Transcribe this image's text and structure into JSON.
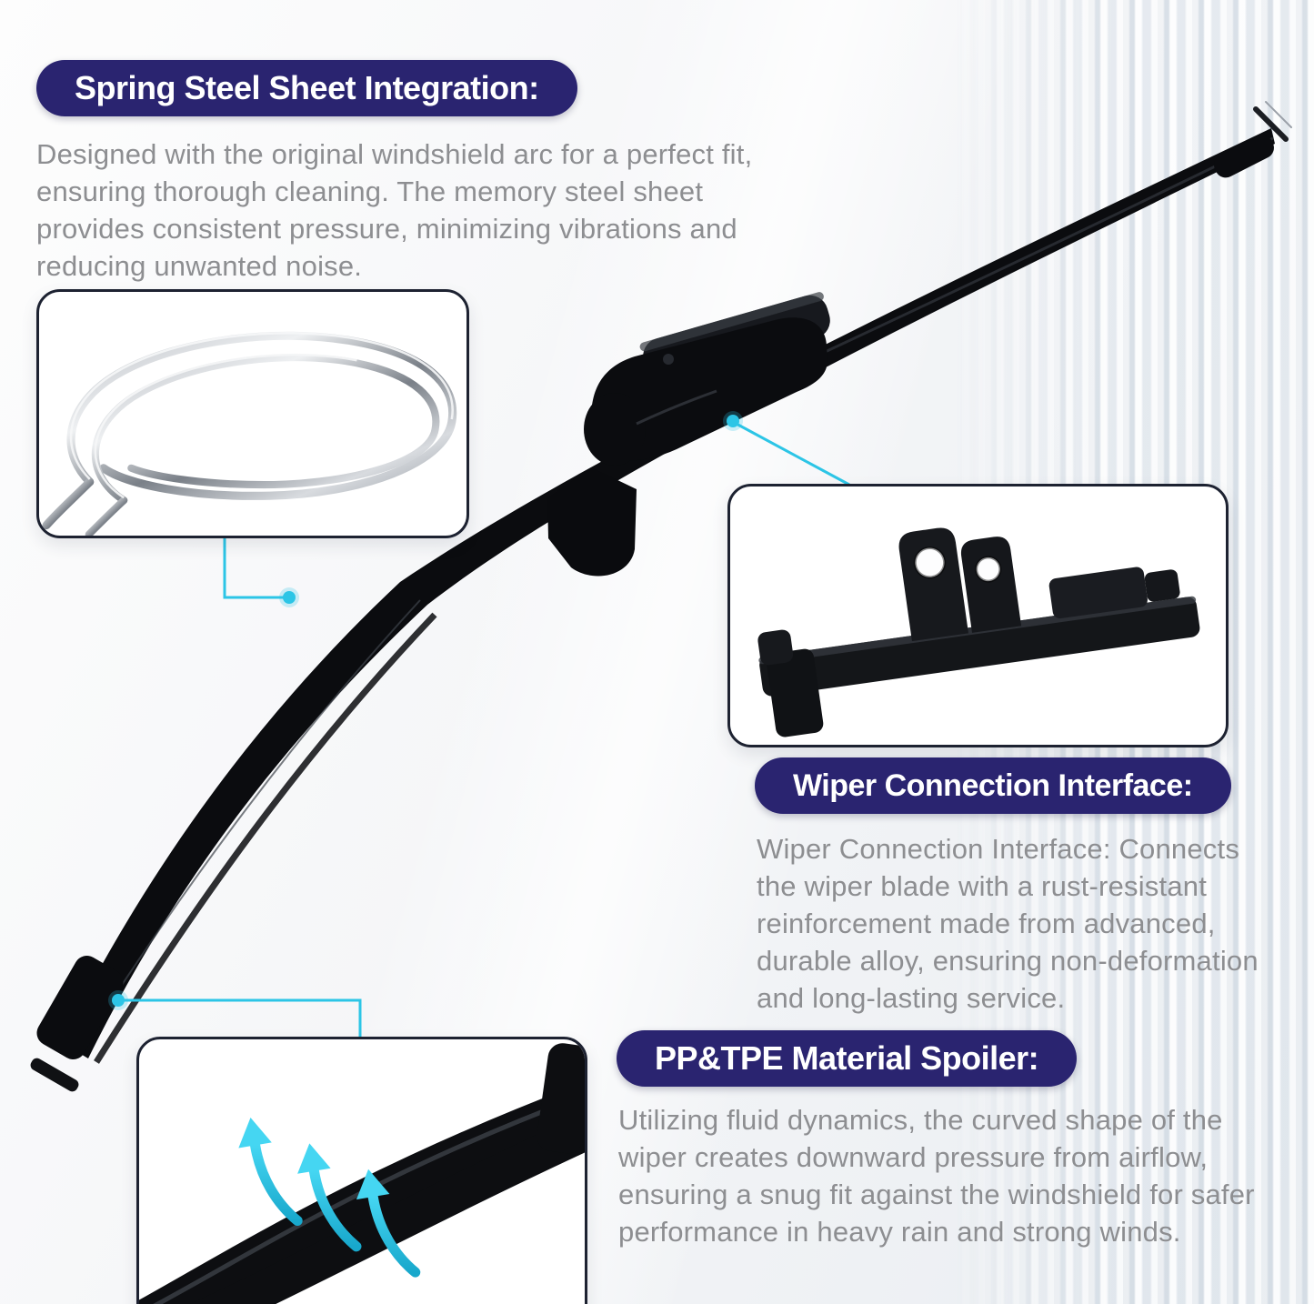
{
  "colors": {
    "badge_navy": "#2a2470",
    "body_text_gray": "#8d8e91",
    "accent_cyan": "#2cc5e6",
    "callout_border": "#1d2231",
    "blade_black": "#0b0c0f"
  },
  "sections": {
    "spring_steel": {
      "badge": "Spring Steel Sheet Integration:",
      "body": "Designed with the original windshield arc for a perfect fit,\nensuring thorough cleaning. The memory steel sheet\nprovides consistent pressure, minimizing vibrations and\nreducing unwanted noise."
    },
    "connection": {
      "badge": "Wiper Connection Interface:",
      "body": "Wiper Connection Interface: Connects\nthe wiper blade with a rust-resistant\nreinforcement made from advanced,\ndurable alloy, ensuring non-deformation\nand long-lasting service."
    },
    "spoiler": {
      "badge": "PP&TPE Material Spoiler:",
      "body": "Utilizing fluid dynamics, the curved shape of the\nwiper creates downward pressure from airflow,\nensuring a snug fit against the windshield for safer\nperformance in heavy rain and strong winds."
    }
  },
  "illustrations": {
    "spring_steel_sheets": "spring-steel-sheets-photo",
    "wiper_blade": "curved-beam-wiper-blade",
    "connector_bracket": "rust-resistant-connector-bracket",
    "spoiler_airflow": "spoiler-cross-section-airflow-arrows"
  }
}
